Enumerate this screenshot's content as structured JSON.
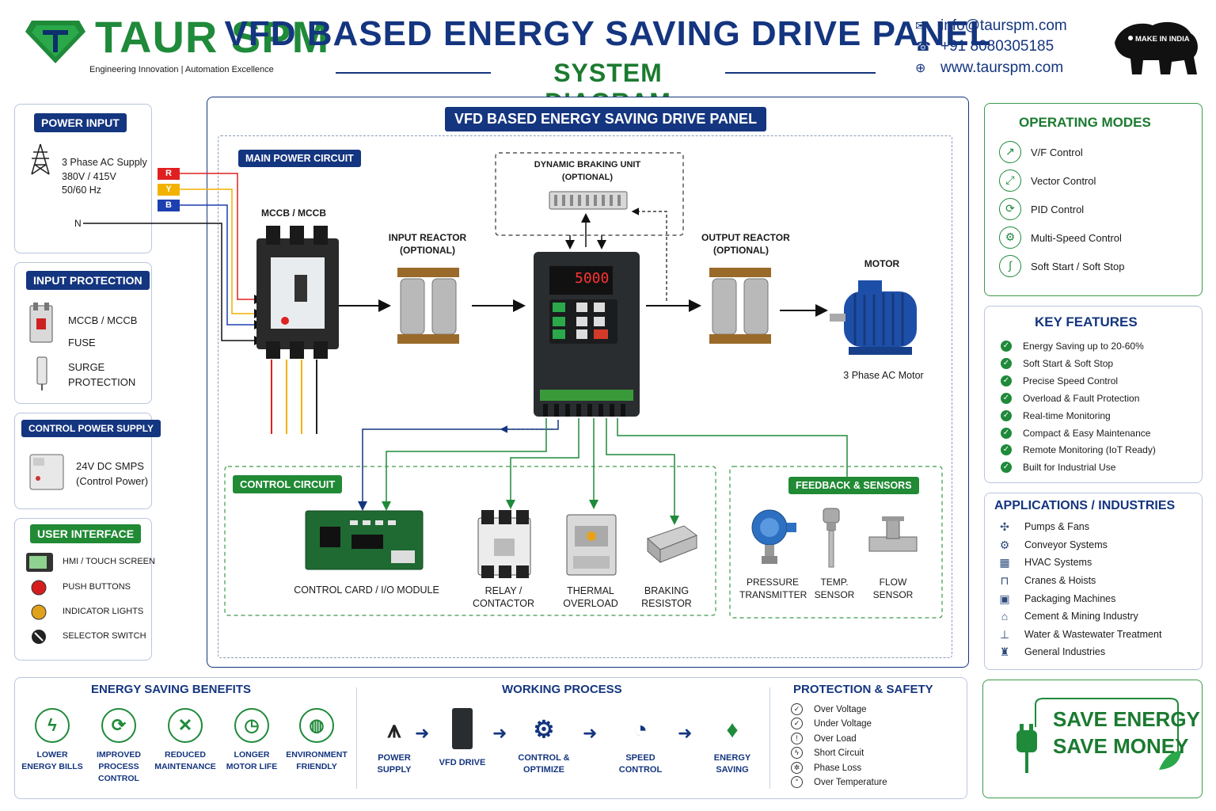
{
  "header": {
    "brand": "TAUR SPM",
    "tagline": "Engineering Innovation | Automation Excellence",
    "title": "VFD BASED ENERGY SAVING DRIVE PANEL",
    "subtitle": "SYSTEM DIAGRAM",
    "email": "info@taurspm.com",
    "phone": "+91 8080305185",
    "website": "www.taurspm.com",
    "badge": "MAKE IN INDIA"
  },
  "power_input": {
    "tag": "POWER INPUT",
    "line1": "3 Phase AC Supply",
    "line2": "380V / 415V",
    "line3": "50/60 Hz",
    "phases": [
      "R",
      "Y",
      "B"
    ],
    "neutral": "N"
  },
  "input_protection": {
    "tag": "INPUT PROTECTION",
    "item1a": "MCCB / MCCB",
    "item1b": "FUSE",
    "item2a": "SURGE",
    "item2b": "PROTECTION"
  },
  "control_power": {
    "tag": "CONTROL POWER SUPPLY",
    "line1": "24V DC SMPS",
    "line2": "(Control Power)"
  },
  "user_interface": {
    "tag": "USER INTERFACE",
    "items": [
      "HMI / TOUCH SCREEN",
      "PUSH BUTTONS",
      "INDICATOR LIGHTS",
      "SELECTOR SWITCH"
    ]
  },
  "panel": {
    "title": "VFD BASED ENERGY SAVING DRIVE PANEL",
    "main_circuit": "MAIN POWER CIRCUIT",
    "mccb": "MCCB / MCCB",
    "dbu1": "DYNAMIC BRAKING UNIT",
    "dbu2": "(OPTIONAL)",
    "in_reactor1": "INPUT REACTOR",
    "in_reactor2": "(OPTIONAL)",
    "out_reactor1": "OUTPUT REACTOR",
    "out_reactor2": "(OPTIONAL)",
    "motor": "MOTOR",
    "motor_sub": "3 Phase AC Motor",
    "vfd_display": "5000",
    "control_circuit": "CONTROL CIRCUIT",
    "control_card": "CONTROL CARD / I/O MODULE",
    "relay1": "RELAY /",
    "relay2": "CONTACTOR",
    "thermal1": "THERMAL",
    "thermal2": "OVERLOAD",
    "braking1": "BRAKING",
    "braking2": "RESISTOR",
    "feedback": "FEEDBACK & SENSORS",
    "pressure1": "PRESSURE",
    "pressure2": "TRANSMITTER",
    "temp1": "TEMP.",
    "temp2": "SENSOR",
    "flow1": "FLOW",
    "flow2": "SENSOR"
  },
  "operating_modes": {
    "title": "OPERATING MODES",
    "items": [
      "V/F Control",
      "Vector Control",
      "PID Control",
      "Multi-Speed Control",
      "Soft Start / Soft Stop"
    ]
  },
  "key_features": {
    "title": "KEY FEATURES",
    "items": [
      "Energy Saving up to 20-60%",
      "Soft Start & Soft Stop",
      "Precise Speed Control",
      "Overload & Fault Protection",
      "Real-time Monitoring",
      "Compact & Easy Maintenance",
      "Remote Monitoring (IoT Ready)",
      "Built for Industrial Use"
    ]
  },
  "applications": {
    "title": "APPLICATIONS / INDUSTRIES",
    "items": [
      "Pumps & Fans",
      "Conveyor Systems",
      "HVAC Systems",
      "Cranes & Hoists",
      "Packaging Machines",
      "Cement & Mining Industry",
      "Water & Wastewater Treatment",
      "General Industries"
    ]
  },
  "energy_benefits": {
    "title": "ENERGY SAVING BENEFITS",
    "items": [
      {
        "l1": "LOWER",
        "l2": "ENERGY BILLS",
        "l3": ""
      },
      {
        "l1": "IMPROVED",
        "l2": "PROCESS",
        "l3": "CONTROL"
      },
      {
        "l1": "REDUCED",
        "l2": "MAINTENANCE",
        "l3": ""
      },
      {
        "l1": "LONGER",
        "l2": "MOTOR LIFE",
        "l3": ""
      },
      {
        "l1": "ENVIRONMENT",
        "l2": "FRIENDLY",
        "l3": ""
      }
    ]
  },
  "working_process": {
    "title": "WORKING PROCESS",
    "items": [
      {
        "l1": "POWER",
        "l2": "SUPPLY"
      },
      {
        "l1": "VFD DRIVE",
        "l2": ""
      },
      {
        "l1": "CONTROL &",
        "l2": "OPTIMIZE"
      },
      {
        "l1": "SPEED",
        "l2": "CONTROL"
      },
      {
        "l1": "ENERGY",
        "l2": "SAVING"
      }
    ]
  },
  "protection": {
    "title": "PROTECTION & SAFETY",
    "items": [
      "Over Voltage",
      "Under Voltage",
      "Over Load",
      "Short Circuit",
      "Phase Loss",
      "Over Temperature"
    ]
  },
  "save": {
    "line1": "SAVE ENERGY",
    "line2": "SAVE MONEY"
  },
  "colors": {
    "navy": "#14357f",
    "green": "#1f8a3a",
    "phase_r": "#e02020",
    "phase_y": "#f2b200",
    "phase_b": "#1d3fb0"
  }
}
